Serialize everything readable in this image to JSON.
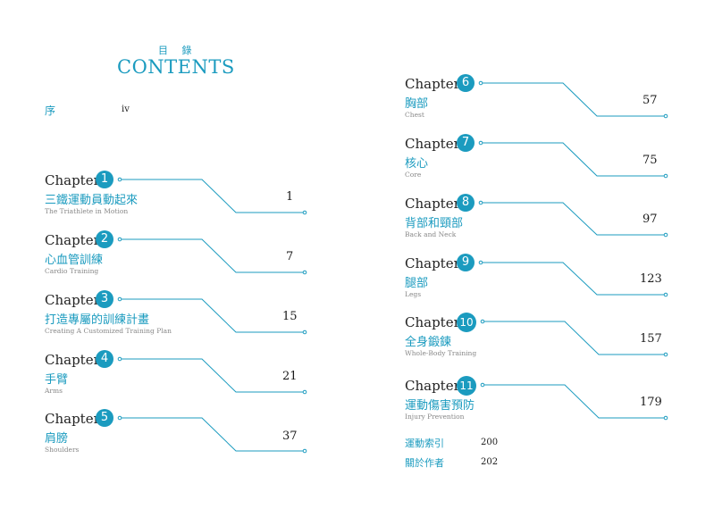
{
  "header": {
    "title_zh": "目 錄",
    "title_en": "CONTENTS"
  },
  "preface": {
    "label": "序",
    "page": "iv"
  },
  "chapters": [
    {
      "word": "Chapter",
      "num": "1",
      "zh": "三鐵運動員動起來",
      "en": "The Triathlete in Motion",
      "page": "1"
    },
    {
      "word": "Chapter",
      "num": "2",
      "zh": "心血管訓練",
      "en": "Cardio Training",
      "page": "7"
    },
    {
      "word": "Chapter",
      "num": "3",
      "zh": "打造專屬的訓練計畫",
      "en": "Creating A Customized Training Plan",
      "page": "15"
    },
    {
      "word": "Chapter",
      "num": "4",
      "zh": "手臂",
      "en": "Arms",
      "page": "21"
    },
    {
      "word": "Chapter",
      "num": "5",
      "zh": "肩膀",
      "en": "Shoulders",
      "page": "37"
    },
    {
      "word": "Chapter",
      "num": "6",
      "zh": "胸部",
      "en": "Chest",
      "page": "57"
    },
    {
      "word": "Chapter",
      "num": "7",
      "zh": "核心",
      "en": "Core",
      "page": "75"
    },
    {
      "word": "Chapter",
      "num": "8",
      "zh": "背部和頸部",
      "en": "Back and Neck",
      "page": "97"
    },
    {
      "word": "Chapter",
      "num": "9",
      "zh": "腿部",
      "en": "Legs",
      "page": "123"
    },
    {
      "word": "Chapter",
      "num": "10",
      "zh": "全身鍛鍊",
      "en": "Whole-Body Training",
      "page": "157"
    },
    {
      "word": "Chapter",
      "num": "11",
      "zh": "運動傷害預防",
      "en": "Injury Prevention",
      "page": "179"
    }
  ],
  "appendix": [
    {
      "label": "運動索引",
      "page": "200"
    },
    {
      "label": "關於作者",
      "page": "202"
    }
  ],
  "colors": {
    "accent": "#1b9bbf"
  }
}
